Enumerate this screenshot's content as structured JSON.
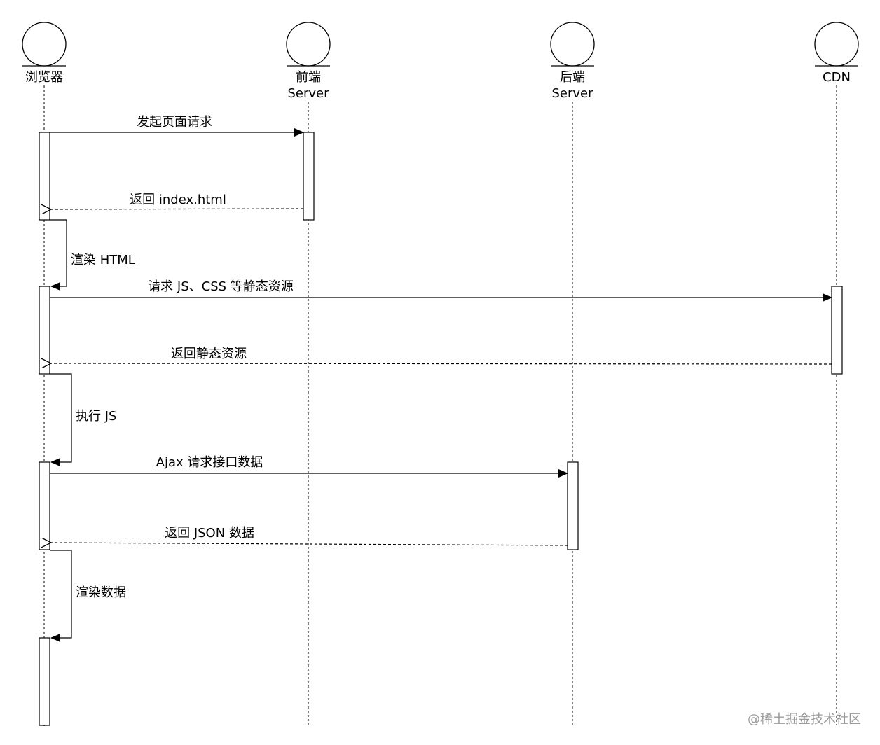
{
  "diagram": {
    "participants": [
      {
        "id": "browser",
        "label_lines": [
          "浏览器"
        ]
      },
      {
        "id": "frontend",
        "label_lines": [
          "前端",
          "Server"
        ]
      },
      {
        "id": "backend",
        "label_lines": [
          "后端",
          "Server"
        ]
      },
      {
        "id": "cdn",
        "label_lines": [
          "CDN"
        ]
      }
    ],
    "messages": [
      {
        "id": "m1",
        "from": "browser",
        "to": "frontend",
        "style": "solid",
        "label": "发起页面请求"
      },
      {
        "id": "m2",
        "from": "frontend",
        "to": "browser",
        "style": "dashed",
        "label": "返回 index.html"
      },
      {
        "id": "m3",
        "from": "browser",
        "to": "browser",
        "style": "self",
        "label": "渲染 HTML"
      },
      {
        "id": "m4",
        "from": "browser",
        "to": "cdn",
        "style": "solid",
        "label": "请求 JS、CSS 等静态资源"
      },
      {
        "id": "m5",
        "from": "cdn",
        "to": "browser",
        "style": "dashed",
        "label": "返回静态资源"
      },
      {
        "id": "m6",
        "from": "browser",
        "to": "browser",
        "style": "self",
        "label": "执行 JS"
      },
      {
        "id": "m7",
        "from": "browser",
        "to": "backend",
        "style": "solid",
        "label": "Ajax 请求接口数据"
      },
      {
        "id": "m8",
        "from": "backend",
        "to": "browser",
        "style": "dashed",
        "label": "返回 JSON 数据"
      },
      {
        "id": "m9",
        "from": "browser",
        "to": "browser",
        "style": "self",
        "label": "渲染数据"
      }
    ]
  },
  "watermark": "@稀土掘金技术社区"
}
